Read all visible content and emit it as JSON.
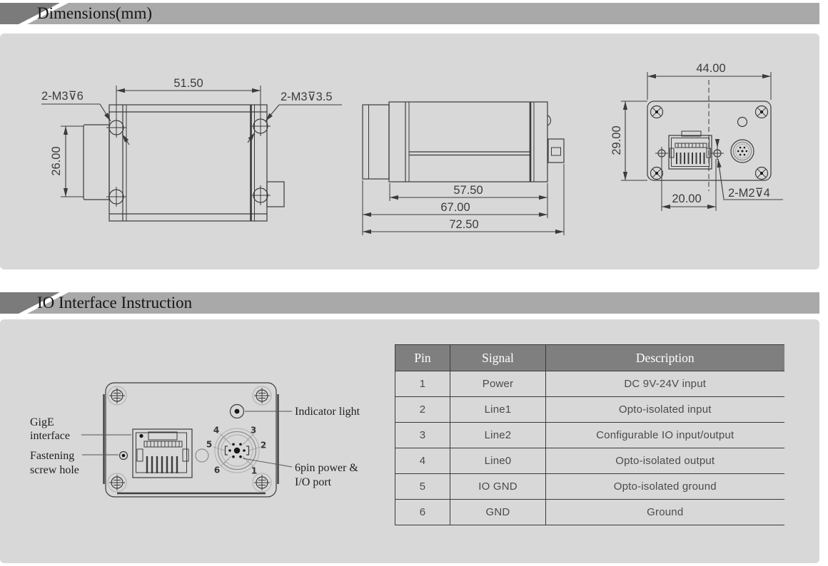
{
  "colors": {
    "panel_bg": "#d8d8d8",
    "header_bar_bg": "#a9a9a9",
    "header_tab_bg": "#7b7b7b",
    "table_header_bg": "#7f7f7f",
    "drawing_line": "#3b3b3b"
  },
  "sections": {
    "dimensions_title": "Dimensions(mm)",
    "io_title": "IO Interface Instruction"
  },
  "side_view": {
    "thread_left": "2-M3⊽6",
    "thread_right": "2-M3⊽3.5",
    "dim_width": "51.50",
    "dim_height": "26.00"
  },
  "top_view": {
    "dim_body": "57.50",
    "dim_with_lens": "67.00",
    "dim_total": "72.50"
  },
  "rear_view": {
    "dim_width": "44.00",
    "dim_height": "29.00",
    "dim_hole_spacing": "20.00",
    "thread": "2-M2⊽4"
  },
  "io_diagram": {
    "labels": {
      "gige": [
        "GigE",
        "interface"
      ],
      "fastening": [
        "Fastening",
        "screw hole"
      ],
      "indicator": "Indicator light",
      "sixpin": [
        "6pin power &",
        "I/O port"
      ]
    },
    "pins": [
      "1",
      "2",
      "3",
      "4",
      "5",
      "6"
    ]
  },
  "io_table": {
    "headers": [
      "Pin",
      "Signal",
      "Description"
    ],
    "rows": [
      [
        "1",
        "Power",
        "DC 9V-24V input"
      ],
      [
        "2",
        "Line1",
        "Opto-isolated input"
      ],
      [
        "3",
        "Line2",
        "Configurable IO input/output"
      ],
      [
        "4",
        "Line0",
        "Opto-isolated output"
      ],
      [
        "5",
        "IO GND",
        "Opto-isolated ground"
      ],
      [
        "6",
        "GND",
        "Ground"
      ]
    ]
  }
}
